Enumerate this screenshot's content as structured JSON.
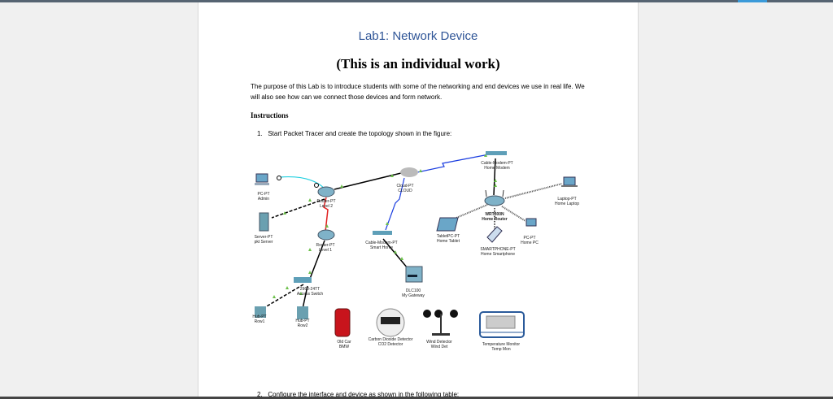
{
  "document": {
    "title": "Lab1: Network Device",
    "subtitle": "(This is an individual work)",
    "intro": "The purpose of this Lab is to introduce students with some of the networking and end devices we use in real life. We will also see how can we connect those devices and form network.",
    "instructions_heading": "Instructions",
    "steps": [
      {
        "num": "1.",
        "text": "Start Packet Tracer and create the topology shown in the figure:"
      },
      {
        "num": "2.",
        "text": "Configure the interface and device as shown in the following table:"
      }
    ]
  },
  "topology": {
    "devices": [
      {
        "type": "PC-PT",
        "name": "Admin"
      },
      {
        "type": "Router-PT",
        "name": "Level 2"
      },
      {
        "type": "Cloud-PT",
        "name": "CLOUD"
      },
      {
        "type": "Cable-Modem-PT",
        "name": "Home Modem"
      },
      {
        "type": "WRT300N",
        "name": "Home Router"
      },
      {
        "type": "Laptop-PT",
        "name": "Home Laptop"
      },
      {
        "type": "Server-PT",
        "name": "pkt Server"
      },
      {
        "type": "Router-PT",
        "name": "Level 1"
      },
      {
        "type": "Cable-Modem-PT",
        "name": "Smart Home"
      },
      {
        "type": "TabletPC-PT",
        "name": "Home Tablet"
      },
      {
        "type": "SMARTPHONE-PT",
        "name": "Home Smartphone"
      },
      {
        "type": "PC-PT",
        "name": "Home PC"
      },
      {
        "type": "2960-24TT",
        "name": "Access Switch"
      },
      {
        "type": "DLC100",
        "name": "My Gateway"
      },
      {
        "type": "Hub-PT",
        "name": "Row1"
      },
      {
        "type": "Hub-PT",
        "name": "Row2"
      },
      {
        "type": "Old Car",
        "name": "BMW"
      },
      {
        "type": "Carbon Dioxide Detector",
        "name": "CO2 Detector"
      },
      {
        "type": "Wind Detector",
        "name": "Wind Det"
      },
      {
        "type": "Temperature Monitor",
        "name": "Temp Mon"
      }
    ]
  },
  "colors": {
    "title": "#2f5597",
    "serial_link": "#e02020",
    "coax_link": "#1a3de0",
    "console_link": "#22d0e0",
    "link_up": "#5cb85c"
  }
}
